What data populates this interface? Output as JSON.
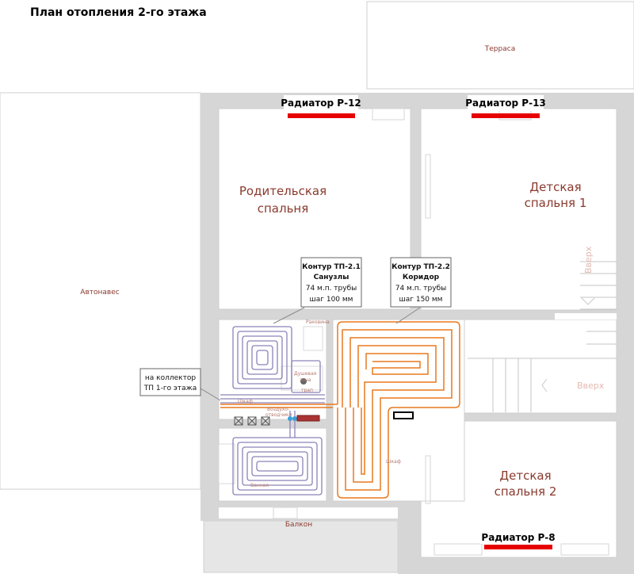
{
  "title": "План отопления 2-го этажа",
  "rooms": {
    "terrace": "Терраса",
    "carport": "Автонавес",
    "parent_bedroom_l1": "Родительская",
    "parent_bedroom_l2": "спальня",
    "kids1_l1": "Детская",
    "kids1_l2": "спальня 1",
    "kids2_l1": "Детская",
    "kids2_l2": "спальня 2",
    "balcony": "Балкон"
  },
  "radiators": {
    "r12": "Радиатор Р-12",
    "r13": "Радиатор Р-13",
    "r8": "Радиатор Р-8"
  },
  "callouts": {
    "tp21": {
      "l1": "Контур ТП-2.1",
      "l2": "Санузлы",
      "l3": "74 м.п. трубы",
      "l4": "шаг 100 мм"
    },
    "tp22": {
      "l1": "Контур ТП-2.2",
      "l2": "Коридор",
      "l3": "74 м.п. трубы",
      "l4": "шаг 150 мм"
    },
    "collector": {
      "l1": "на коллектор",
      "l2": "ТП 1-го этажа"
    }
  },
  "stairs": {
    "up1": "Вверх",
    "up2": "Вверх"
  },
  "small_labels": {
    "shower_l1": "Душевая",
    "shower_l2": "зона",
    "ventilation_l1": "Воздухо-",
    "ventilation_l2": "отводчики",
    "wardrobe": "Шкаф",
    "sink": "Раковина",
    "bath": "Ванная",
    "closet": "Шкаф",
    "trap": "трап"
  },
  "colors": {
    "wall": "#d3d3d3",
    "pipe_orange": "#e8791e",
    "pipe_purple": "#8c82b8",
    "radiator": "#e60000",
    "room_text": "#8a3a2e"
  }
}
